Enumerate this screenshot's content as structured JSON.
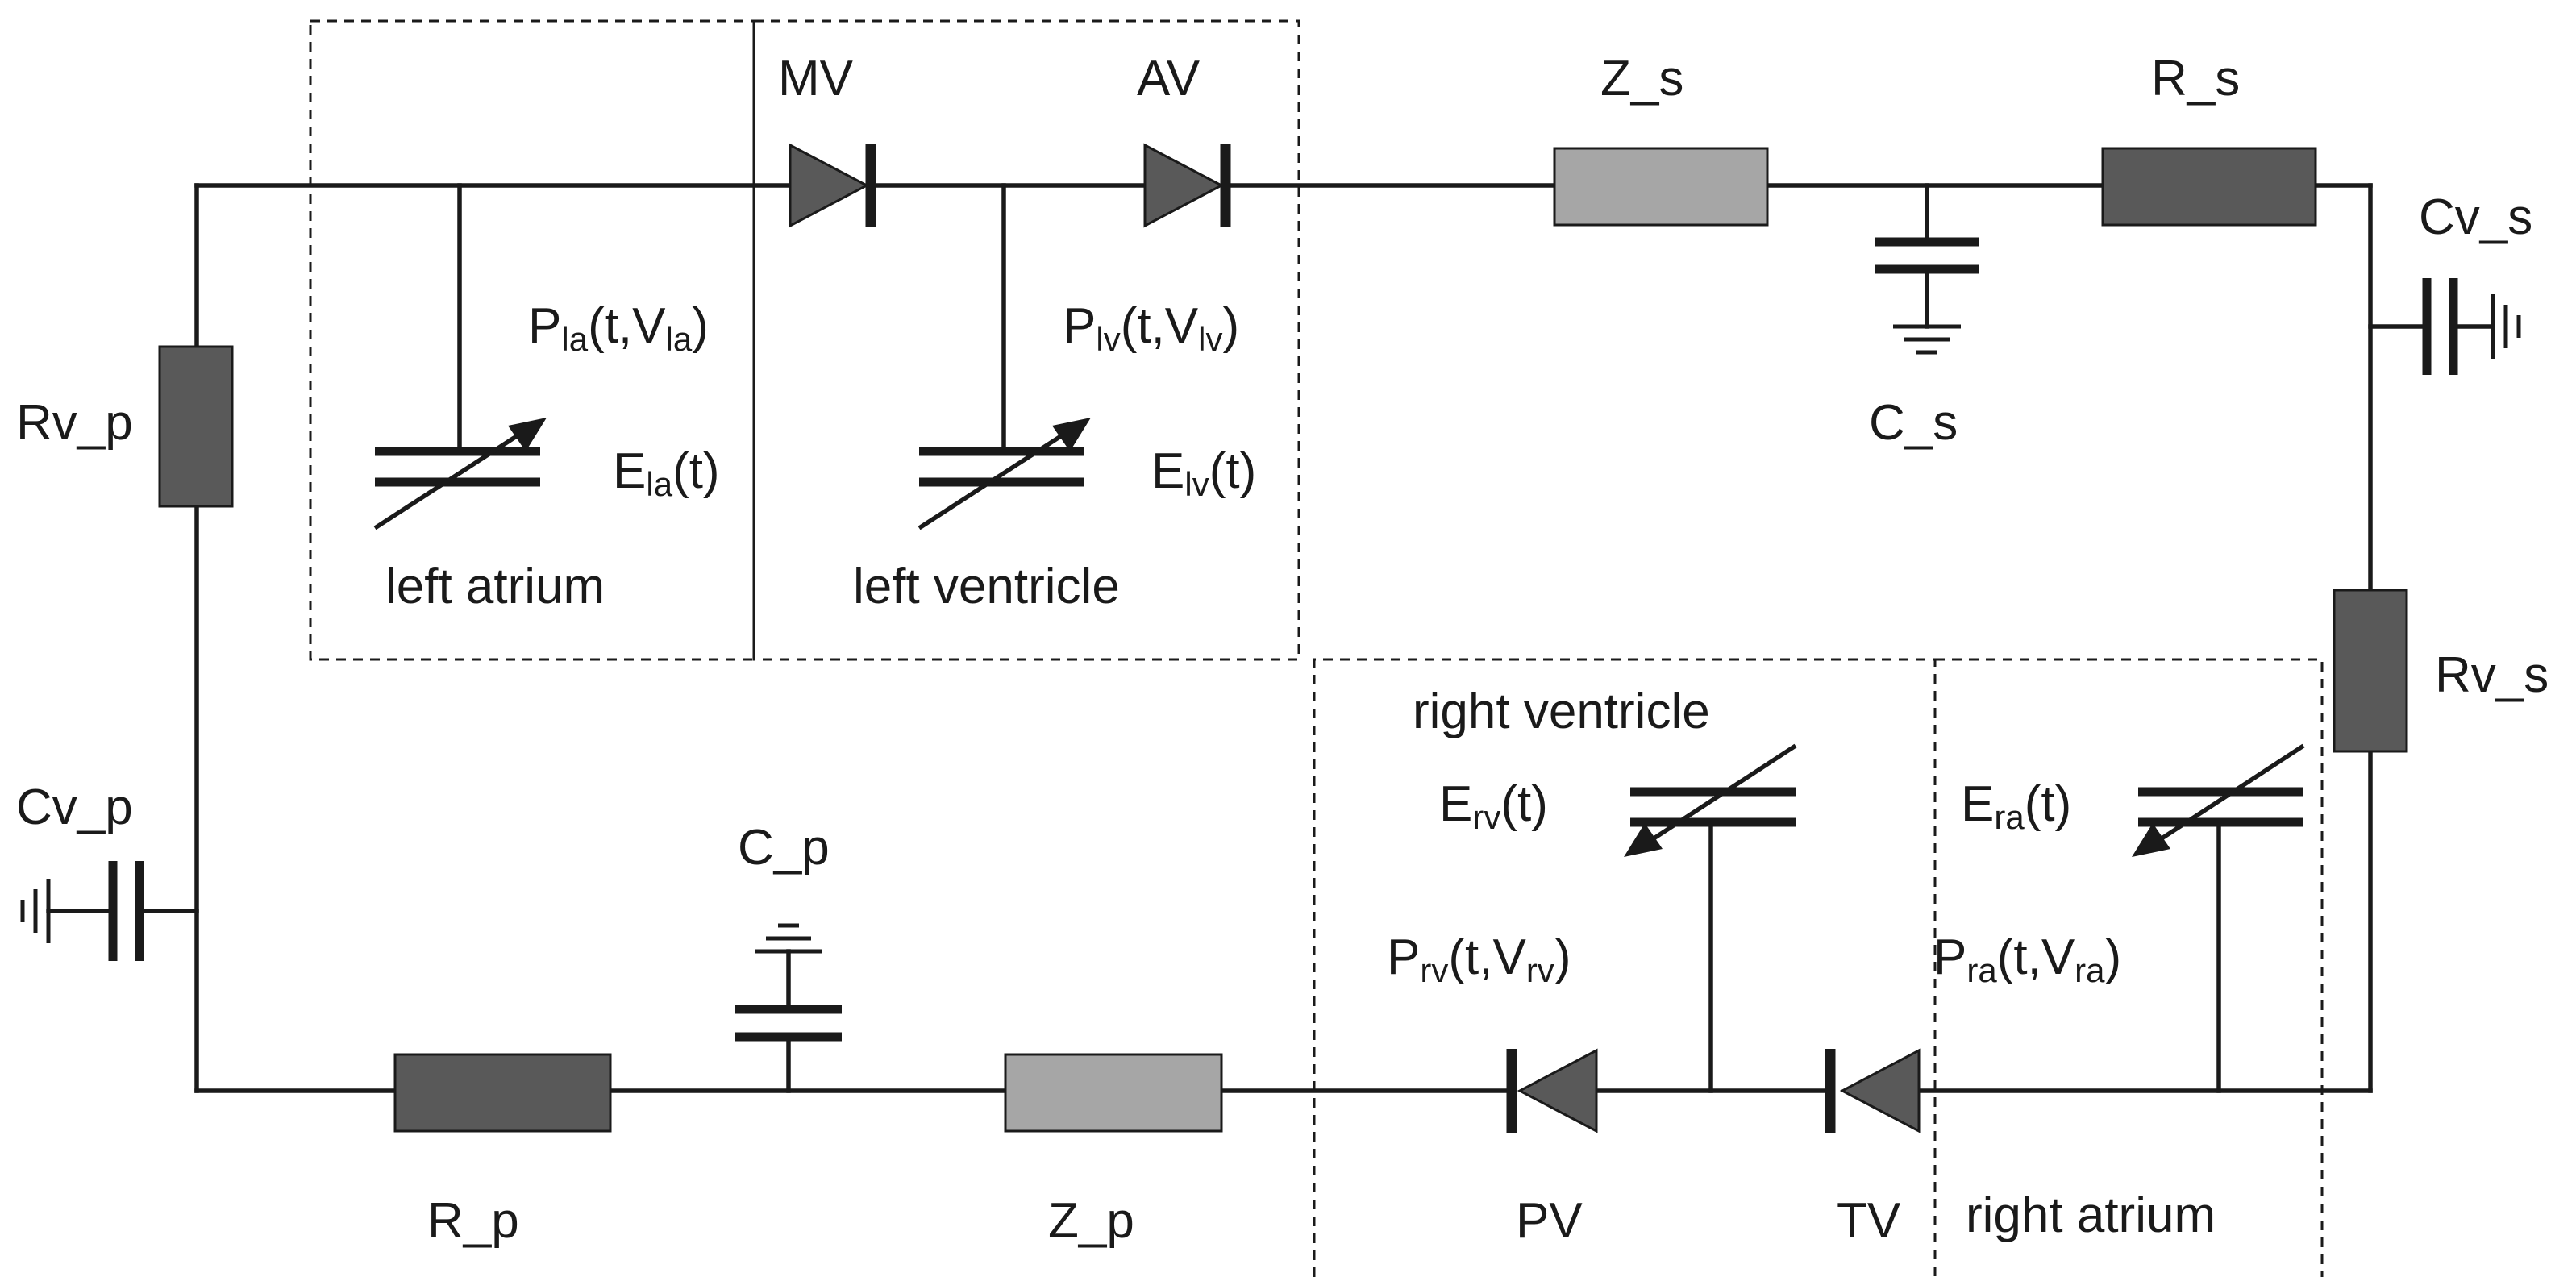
{
  "labels": {
    "MV": "MV",
    "AV": "AV",
    "PV": "PV",
    "TV": "TV",
    "Z_s": "Z_s",
    "R_s": "R_s",
    "C_s": "C_s",
    "Cv_s": "Cv_s",
    "Rv_s": "Rv_s",
    "Rv_p": "Rv_p",
    "Cv_p": "Cv_p",
    "C_p": "C_p",
    "R_p": "R_p",
    "Z_p": "Z_p",
    "left_atrium": "left atrium",
    "left_ventricle": "left ventricle",
    "right_ventricle": "right ventricle",
    "right_atrium": "right atrium"
  },
  "chamber_labels": {
    "la_pressure": {
      "base": "P",
      "sub": "la",
      "mid": "(t,V",
      "sub2": "la",
      "end": ")"
    },
    "la_elastance": {
      "base": "E",
      "sub": "la",
      "end": "(t)"
    },
    "lv_pressure": {
      "base": "P",
      "sub": "lv",
      "mid": "(t,V",
      "sub2": "lv",
      "end": ")"
    },
    "lv_elastance": {
      "base": "E",
      "sub": "lv",
      "end": "(t)"
    },
    "rv_elastance": {
      "base": "E",
      "sub": "rv",
      "end": "(t)"
    },
    "rv_pressure": {
      "base": "P",
      "sub": "rv",
      "mid": "(t,V",
      "sub2": "rv",
      "end": ")"
    },
    "ra_elastance": {
      "base": "E",
      "sub": "ra",
      "end": "(t)"
    },
    "ra_pressure": {
      "base": "P",
      "sub": "ra",
      "mid": "(t,V",
      "sub2": "ra",
      "end": ")"
    }
  },
  "colors": {
    "line": "#1a1a1a",
    "dark_resistor": "#595959",
    "light_impedance": "#a6a6a6",
    "valve": "#595959"
  }
}
